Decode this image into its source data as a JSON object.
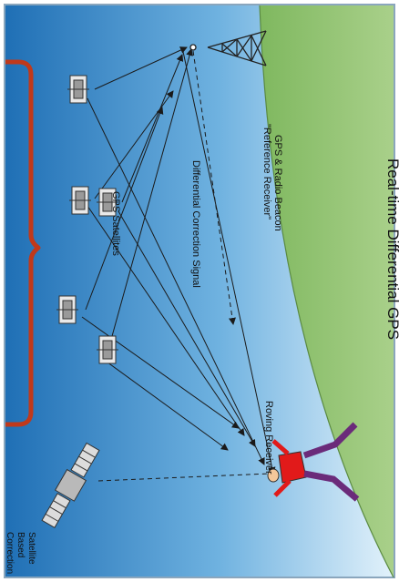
{
  "diagram": {
    "title": "Real-time Differential GPS",
    "labels": {
      "beacon_line1": "GPS & Radio Beacon",
      "beacon_line2": "\"Reference Receiver\"",
      "satellites": "GPS Satellites",
      "correction_signal": "Differential Correction Signal",
      "roving_receiver": "Roving Receiver",
      "sbc_line1": "Satellite",
      "sbc_line2": "Based",
      "sbc_line3": "Correction"
    },
    "icons": [
      "gps-satellite-icon",
      "communication-satellite-icon",
      "radio-tower-icon",
      "person-icon"
    ],
    "colors": {
      "sky_top": "#1f6fb5",
      "sky_bottom": "#dff0fb",
      "ground": "#8cc06a",
      "bracket": "#c0391b"
    }
  }
}
